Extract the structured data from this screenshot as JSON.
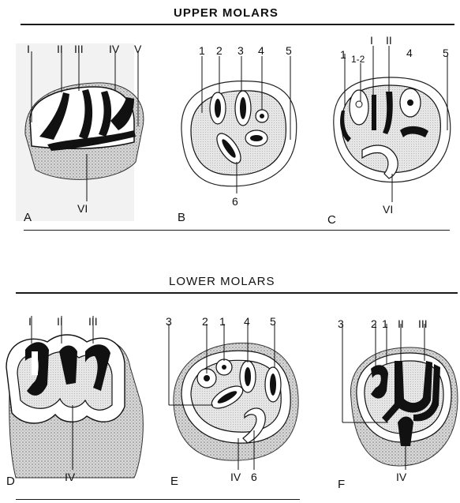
{
  "sections": {
    "upper_title": "UPPER MOLARS",
    "lower_title": "LOWER MOLARS"
  },
  "panels": {
    "A": {
      "letter": "A",
      "labels": [
        "I",
        "II",
        "III",
        "IV",
        "V",
        "VI"
      ]
    },
    "B": {
      "letter": "B",
      "labels": [
        "1",
        "2",
        "3",
        "4",
        "5",
        "6"
      ]
    },
    "C": {
      "letter": "C",
      "labels": [
        "1",
        "1-2",
        "I",
        "II",
        "4",
        "5",
        "VI"
      ]
    },
    "D": {
      "letter": "D",
      "labels": [
        "I",
        "II",
        "III",
        "IV"
      ]
    },
    "E": {
      "letter": "E",
      "labels": [
        "3",
        "2",
        "1",
        "4",
        "5",
        "IV",
        "6"
      ]
    },
    "F": {
      "letter": "F",
      "labels": [
        "3",
        "2",
        "1",
        "II",
        "III",
        "IV"
      ]
    }
  },
  "colors": {
    "ink": "#111111",
    "shade": "#cfcfcf",
    "stipple": "#bdbdbd",
    "enamel": "#ffffff"
  }
}
